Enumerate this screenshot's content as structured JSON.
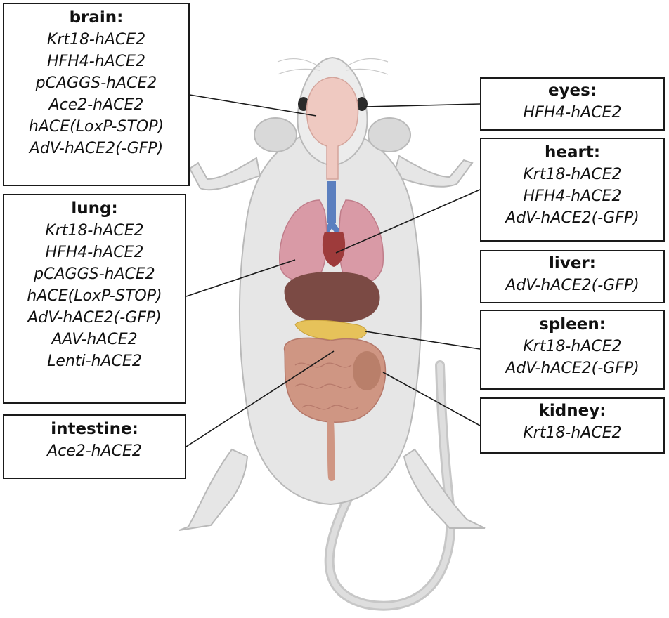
{
  "organs": {
    "brain": {
      "title": "brain:",
      "models": [
        "Krt18-hACE2",
        "HFH4-hACE2",
        "pCAGGS-hACE2",
        "Ace2-hACE2",
        "hACE(LoxP-STOP)",
        "AdV-hACE2(-GFP)"
      ]
    },
    "lung": {
      "title": "lung:",
      "models": [
        "Krt18-hACE2",
        "HFH4-hACE2",
        "pCAGGS-hACE2",
        "hACE(LoxP-STOP)",
        "AdV-hACE2(-GFP)",
        "AAV-hACE2",
        "Lenti-hACE2"
      ]
    },
    "intestine": {
      "title": "intestine:",
      "models": [
        "Ace2-hACE2"
      ]
    },
    "eyes": {
      "title": "eyes:",
      "models": [
        "HFH4-hACE2"
      ]
    },
    "heart": {
      "title": "heart:",
      "models": [
        "Krt18-hACE2",
        "HFH4-hACE2",
        "AdV-hACE2(-GFP)"
      ]
    },
    "liver": {
      "title": "liver:",
      "models": [
        "AdV-hACE2(-GFP)"
      ]
    },
    "spleen": {
      "title": "spleen:",
      "models": [
        "Krt18-hACE2",
        "AdV-hACE2(-GFP)"
      ]
    },
    "kidney": {
      "title": "kidney:",
      "models": [
        "Krt18-hACE2"
      ]
    }
  },
  "colors": {
    "body_fill": "#e6e6e6",
    "body_stroke": "#b9b9b9",
    "brain": "#efc9c1",
    "lung": "#d99aa6",
    "heart": "#9e3b3b",
    "trachea": "#5b7fbf",
    "liver": "#7b4a44",
    "spleen": "#e6c25a",
    "intestine": "#cf9683",
    "kidney": "#b97f6a",
    "line": "#1a1a1a"
  }
}
